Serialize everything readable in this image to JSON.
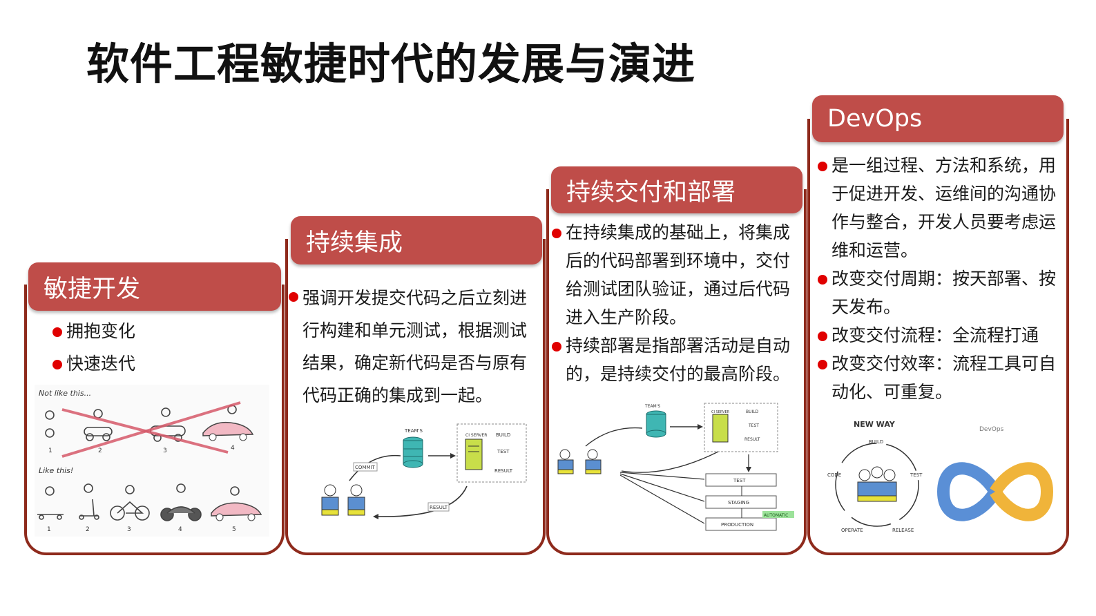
{
  "title": "软件工程敏捷时代的发展与演进",
  "colors": {
    "header": "#bf4d49",
    "frame": "#8e2a1c",
    "bullet": "#e00000"
  },
  "stages": [
    {
      "name": "敏捷开发",
      "bullets": [
        "拥抱变化",
        "快速迭代"
      ],
      "illustration": {
        "label_top": "Not like this...",
        "label_bottom": "Like this!",
        "steps_top": [
          "1",
          "2",
          "3",
          "4"
        ],
        "steps_bottom": [
          "1",
          "2",
          "3",
          "4",
          "5"
        ]
      }
    },
    {
      "name": "持续集成",
      "bullets": [
        "强调开发提交代码之后立刻进行构建和单元测试，根据测试结果，确定新代码是否与原有代码正确的集成到一起。"
      ],
      "illustration": {
        "repo_label": "TEAM'S",
        "server_label": "CI SERVER",
        "steps": [
          "BUILD",
          "TEST",
          "RESULT"
        ],
        "commit_label": "COMMIT",
        "result_label": "RESULT"
      }
    },
    {
      "name": "持续交付和部署",
      "bullets": [
        "在持续集成的基础上，将集成后的代码部署到环境中，交付给测试团队验证，通过后代码进入生产阶段。",
        "持续部署是指部署活动是自动的，是持续交付的最高阶段。"
      ],
      "illustration": {
        "repo_label": "TEAM'S",
        "server_label": "CI SERVER",
        "steps": [
          "BUILD",
          "TEST",
          "RESULT"
        ],
        "envs": [
          "TEST",
          "STAGING",
          "PRODUCTION"
        ],
        "tag": "AUTOMATIC"
      }
    },
    {
      "name": "DevOps",
      "bullets": [
        "是一组过程、方法和系统，用于促进开发、运维间的沟通协作与整合，开发人员要考虑运维和运营。",
        "改变交付周期：按天部署、按天发布。",
        "改变交付流程：全流程打通",
        "改变交付效率：流程工具可自动化、可重复。"
      ],
      "illustration": {
        "cycle_title": "NEW WAY",
        "cycle_steps": [
          "BUILD",
          "TEST",
          "RELEASE",
          "OPERATE",
          "CODE"
        ],
        "infinity_title": "DevOps"
      }
    }
  ]
}
